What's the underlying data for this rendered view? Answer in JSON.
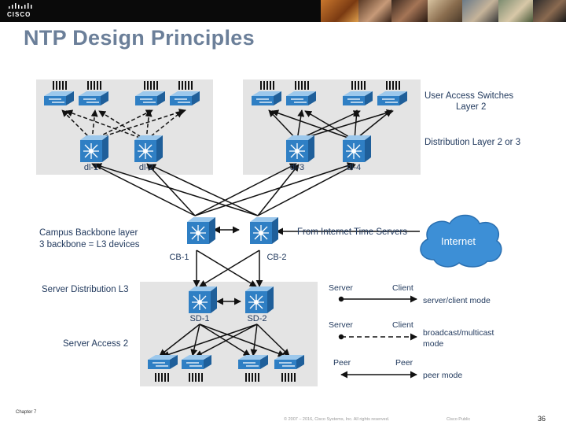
{
  "header": {
    "logo_text": "CISCO",
    "colors": {
      "bar": "#0a0a0a",
      "title": "#6b7f99",
      "panel": "#e4e4e4",
      "switch": "#2f7fc4",
      "cloud": "#3d8fd6",
      "label": "#223a5e"
    }
  },
  "slide": {
    "title": "NTP Design Principles"
  },
  "labels": {
    "access_switches_line1": "User Access Switches",
    "access_switches_line2": "Layer 2",
    "distribution": "Distribution Layer 2 or 3",
    "backbone_line1": "Campus Backbone layer",
    "backbone_line2": "3 backbone = L3 devices",
    "internet_servers": "From Internet Time Servers",
    "internet": "Internet",
    "server_distribution": "Server Distribution L3",
    "server_access": "Server Access 2"
  },
  "devices": {
    "dl1": "dl-1",
    "dl2": "dl-2",
    "dl3": "dl-3",
    "dl4": "dl-4",
    "cb1": "CB-1",
    "cb2": "CB-2",
    "sd1": "SD-1",
    "sd2": "SD-2"
  },
  "legend": {
    "row1": {
      "left": "Server",
      "right": "Client",
      "mode": "server/client mode"
    },
    "row2": {
      "left": "Server",
      "right": "Client",
      "mode_line1": "broadcast/multicast",
      "mode_line2": "mode"
    },
    "row3": {
      "left": "Peer",
      "right": "Peer",
      "mode": "peer mode"
    }
  },
  "footer": {
    "chapter": "Chapter 7",
    "copyright": "© 2007 – 2016, Cisco Systems, Inc. All rights reserved.",
    "classification": "Cisco Public",
    "page": "36"
  }
}
